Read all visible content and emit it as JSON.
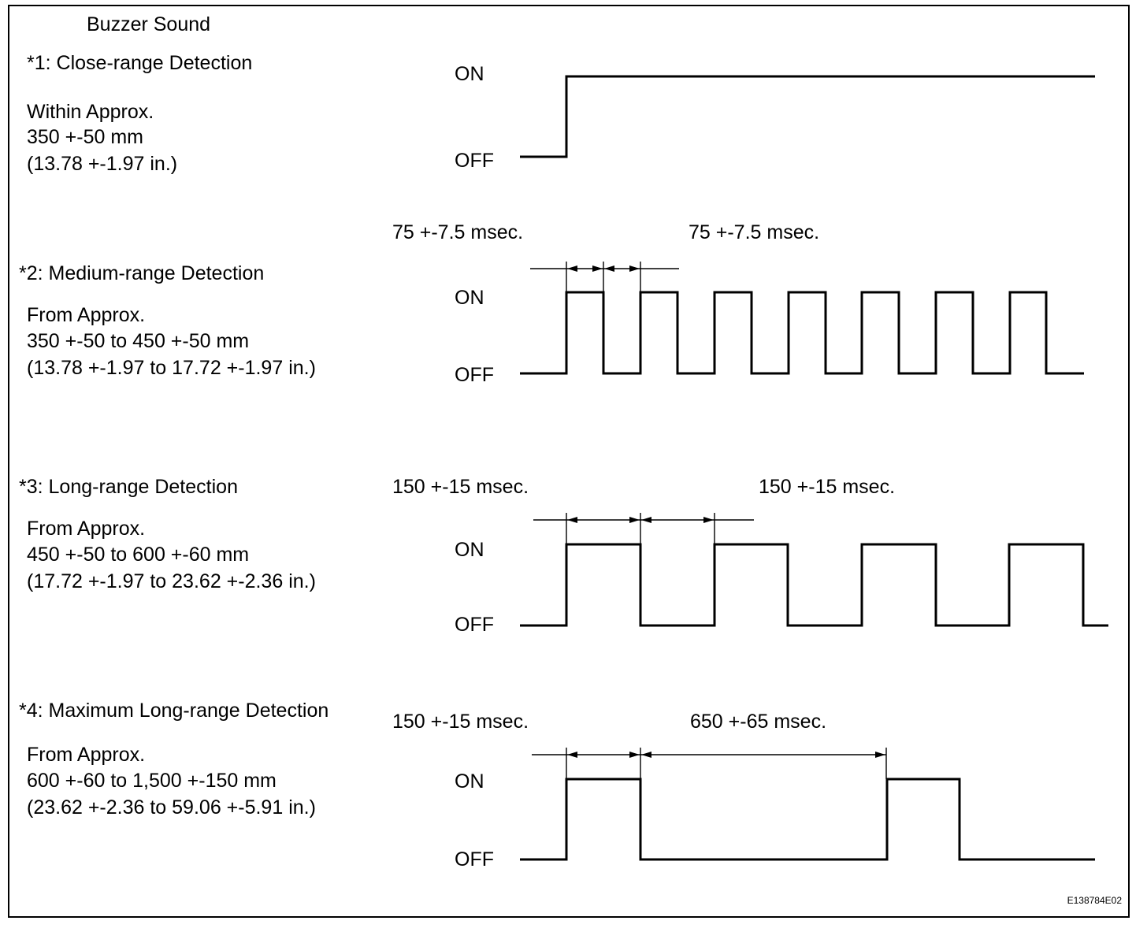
{
  "title": "Buzzer Sound",
  "figure_code": "E138784E02",
  "state_on": "ON",
  "state_off": "OFF",
  "sections": [
    {
      "id": "close",
      "heading": "*1: Close-range Detection",
      "desc": [
        "Within Approx.",
        "350 +-50 mm",
        "(13.78 +-1.97 in.)"
      ],
      "dim_labels": [],
      "pattern": "continuous"
    },
    {
      "id": "medium",
      "heading": "*2: Medium-range Detection",
      "desc": [
        "From Approx.",
        "350 +-50 to 450 +-50 mm",
        "(13.78 +-1.97 to 17.72 +-1.97 in.)"
      ],
      "dim_labels": [
        "75 +-7.5 msec.",
        "75 +-7.5 msec."
      ],
      "on_ms": 75,
      "off_ms": 75
    },
    {
      "id": "long",
      "heading": "*3: Long-range Detection",
      "desc": [
        "From Approx.",
        "450 +-50 to 600 +-60 mm",
        "(17.72 +-1.97 to 23.62 +-2.36 in.)"
      ],
      "dim_labels": [
        "150 +-15 msec.",
        "150 +-15 msec."
      ],
      "on_ms": 150,
      "off_ms": 150
    },
    {
      "id": "maxlong",
      "heading": "*4: Maximum Long-range Detection",
      "desc": [
        "From Approx.",
        "600 +-60 to 1,500 +-150 mm",
        "(23.62 +-2.36 to 59.06 +-5.91 in.)"
      ],
      "dim_labels": [
        "150 +-15 msec.",
        "650 +-65 msec."
      ],
      "on_ms": 150,
      "off_ms": 650
    }
  ]
}
